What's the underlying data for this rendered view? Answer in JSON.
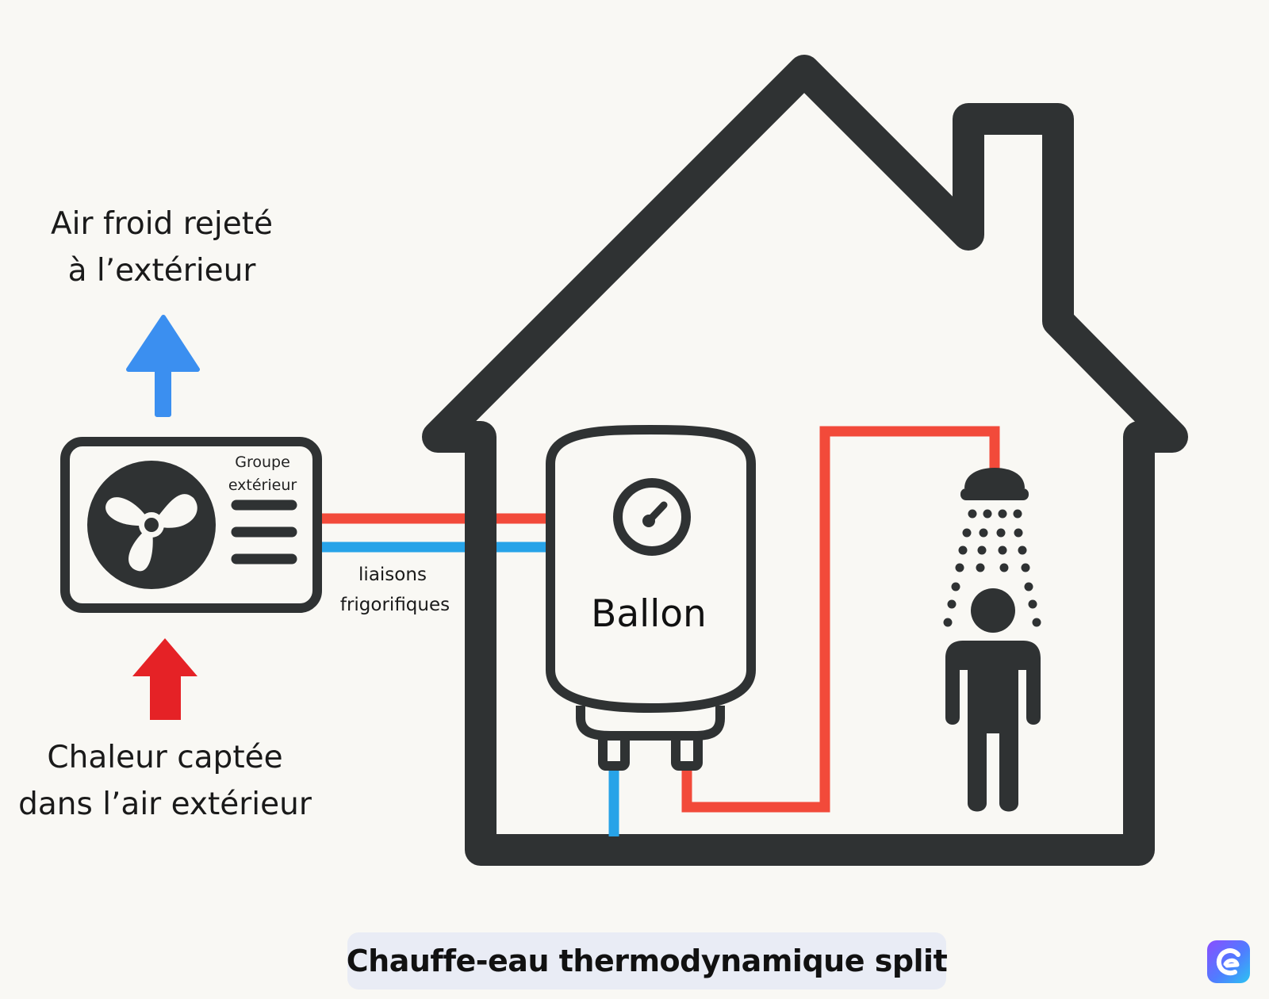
{
  "title": "Chauffe-eau thermodynamique split",
  "labels": {
    "air_out_line1": "Air froid rejeté",
    "air_out_line2": "à l’extérieur",
    "heat_in_line1": "Chaleur captée",
    "heat_in_line2": "dans l’air extérieur",
    "unit_line1": "Groupe",
    "unit_line2": "extérieur",
    "pipes_line1": "liaisons",
    "pipes_line2": "frigorifiques",
    "tank": "Ballon"
  },
  "icons": {
    "fan": "fan-icon",
    "gauge": "gauge-icon",
    "shower": "shower-icon",
    "person": "person-icon",
    "arrow_up_cold": "arrow-up-icon",
    "arrow_up_hot": "arrow-up-icon",
    "logo": "brand-logo-icon"
  },
  "colors": {
    "background": "#f9f8f4",
    "outline": "#2f3233",
    "hot": "#f24a3a",
    "cold": "#27a3e8",
    "arrow_cold": "#3b8ff0",
    "arrow_hot": "#e52226",
    "title_bg": "#e9ecf5"
  }
}
